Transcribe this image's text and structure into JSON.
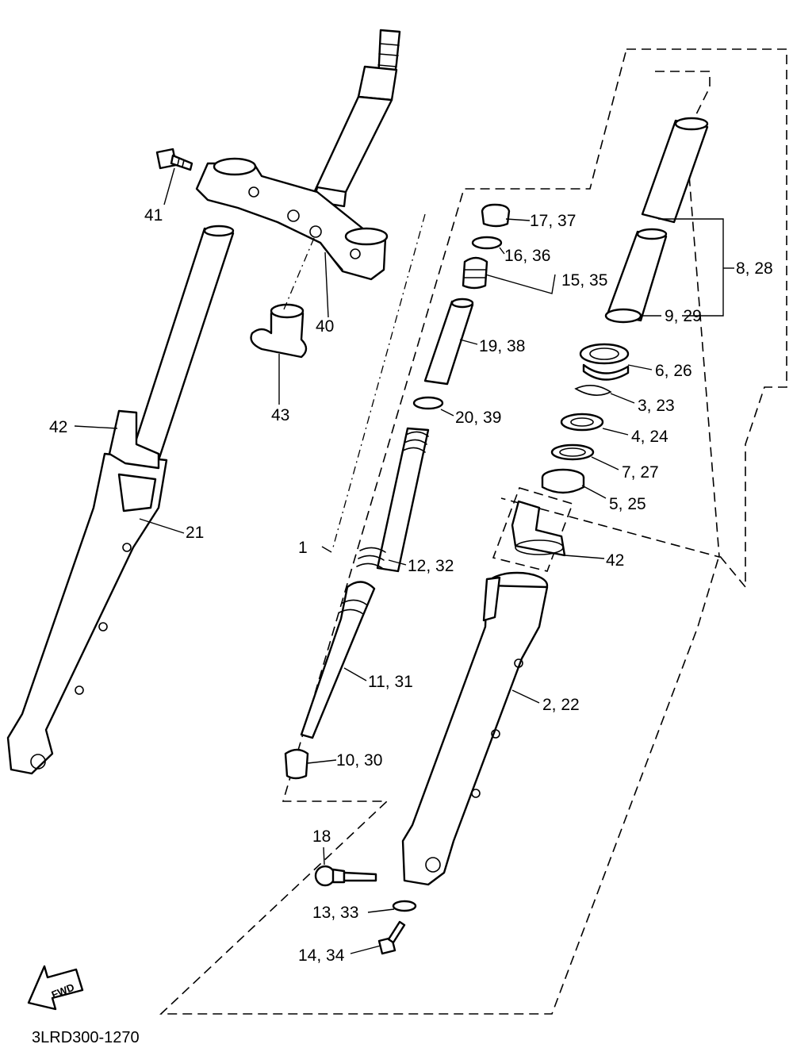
{
  "diagram_code": "3LRD300-1270",
  "fwd_arrow": {
    "text": "FWD"
  },
  "callouts": [
    {
      "id": "c41",
      "text": "41"
    },
    {
      "id": "c40",
      "text": "40"
    },
    {
      "id": "c43",
      "text": "43"
    },
    {
      "id": "c42a",
      "text": "42"
    },
    {
      "id": "c21",
      "text": "21"
    },
    {
      "id": "c1",
      "text": "1"
    },
    {
      "id": "c17",
      "text": "17, 37"
    },
    {
      "id": "c16",
      "text": "16, 36"
    },
    {
      "id": "c15",
      "text": "15, 35"
    },
    {
      "id": "c19",
      "text": "19, 38"
    },
    {
      "id": "c20",
      "text": "20, 39"
    },
    {
      "id": "c12",
      "text": "12, 32"
    },
    {
      "id": "c11",
      "text": "11, 31"
    },
    {
      "id": "c10",
      "text": "10, 30"
    },
    {
      "id": "c18",
      "text": "18"
    },
    {
      "id": "c13",
      "text": "13, 33"
    },
    {
      "id": "c14",
      "text": "14, 34"
    },
    {
      "id": "c8",
      "text": "8, 28"
    },
    {
      "id": "c9",
      "text": "9, 29"
    },
    {
      "id": "c6",
      "text": "6, 26"
    },
    {
      "id": "c3",
      "text": "3, 23"
    },
    {
      "id": "c4",
      "text": "4, 24"
    },
    {
      "id": "c7",
      "text": "7, 27"
    },
    {
      "id": "c5",
      "text": "5, 25"
    },
    {
      "id": "c42b",
      "text": "42"
    },
    {
      "id": "c2",
      "text": "2, 22"
    }
  ]
}
